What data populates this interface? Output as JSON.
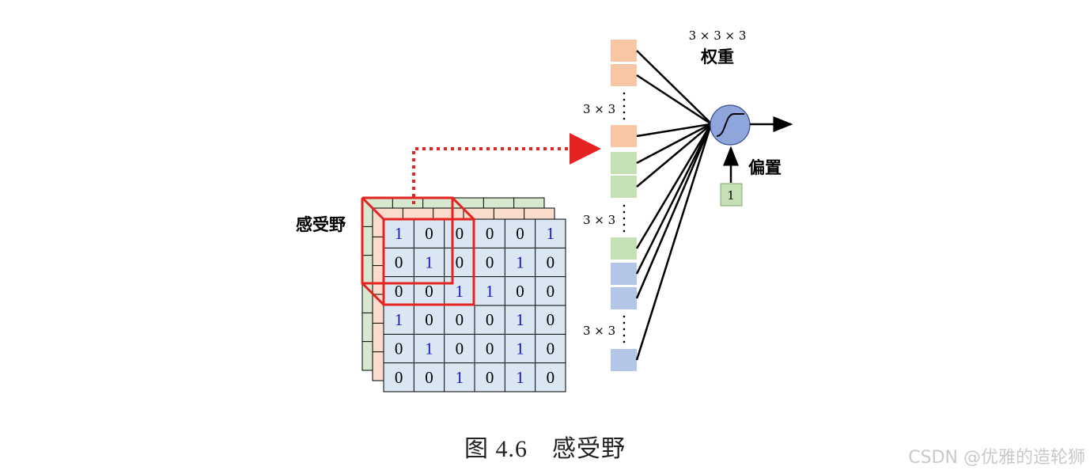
{
  "colors": {
    "green_layer": "#d6e8cf",
    "orange_layer": "#f9dccb",
    "blue_layer": "#dbe6f3",
    "orange_block": "#f7c6a4",
    "green_block": "#c4e0b4",
    "blue_block": "#b3c6e7",
    "neuron": "#8fa6dc",
    "highlight": "#e52421",
    "one_digit": "#1515c8"
  },
  "diagram": {
    "receptive_field_label": "感受野",
    "weights_dims": "3 × 3 × 3",
    "weights_label": "权重",
    "bias_label": "偏置",
    "bias_value": "1",
    "group_label": "3 × 3",
    "grid": [
      [
        1,
        0,
        0,
        0,
        0,
        1
      ],
      [
        0,
        1,
        0,
        0,
        1,
        0
      ],
      [
        0,
        0,
        1,
        1,
        0,
        0
      ],
      [
        1,
        0,
        0,
        0,
        1,
        0
      ],
      [
        0,
        1,
        0,
        0,
        1,
        0
      ],
      [
        0,
        0,
        1,
        0,
        1,
        0
      ]
    ]
  },
  "caption": "图 4.6　感受野",
  "watermark": "CSDN @优雅的造轮狮"
}
